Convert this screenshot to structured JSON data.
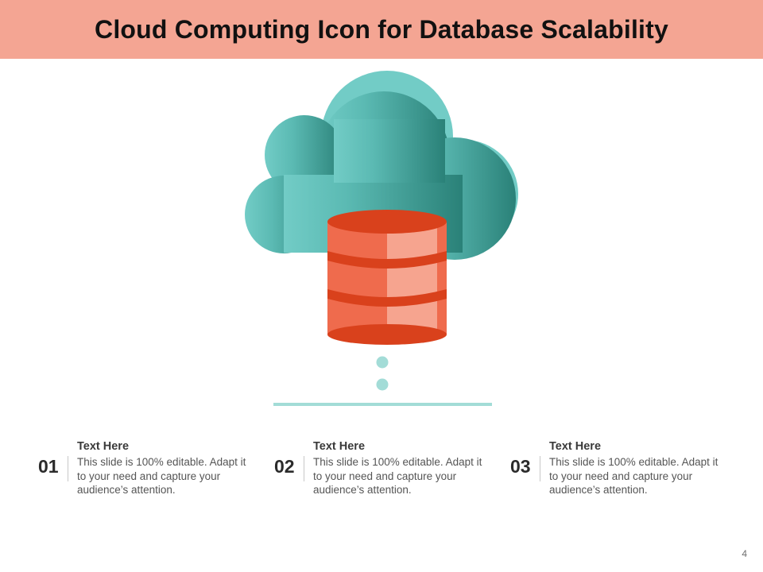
{
  "title": "Cloud Computing Icon for Database Scalability",
  "colors": {
    "title_bar": "#f4a593",
    "cloud_light": "#72ccc6",
    "cloud_dark": "#2a8178",
    "database_orange": "#ef6b4d",
    "database_light": "#f6a48f",
    "database_dark": "#d9411c",
    "connector": "#a3dcd7"
  },
  "items": [
    {
      "number": "01",
      "heading": "Text Here",
      "body": "This slide is 100% editable. Adapt it to your need and capture your audience’s attention."
    },
    {
      "number": "02",
      "heading": "Text Here",
      "body": "This slide is 100% editable. Adapt it to your need and capture your audience’s attention."
    },
    {
      "number": "03",
      "heading": "Text Here",
      "body": "This slide is 100% editable. Adapt it to your need and capture your audience’s attention."
    }
  ],
  "page_number": "4"
}
